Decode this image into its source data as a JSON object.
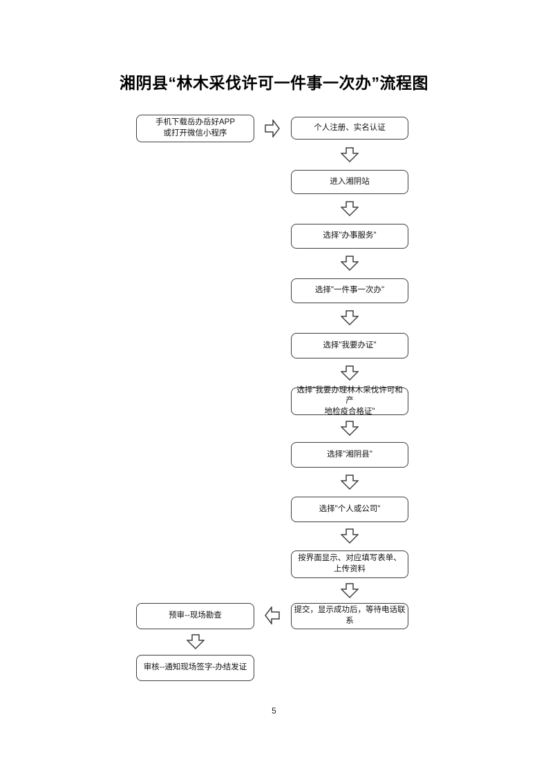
{
  "page": {
    "title": "湘阴县“林木采伐许可一件事一次办”流程图",
    "page_number": "5"
  },
  "flowchart": {
    "connector_color": "#3d3d3d",
    "nodes": [
      {
        "label": "手机下载岳办岳好APP\n或打开微信小程序"
      },
      {
        "label": "个人注册、实名认证"
      },
      {
        "label": "进入湘阴站"
      },
      {
        "label": "选择\"办事服务\""
      },
      {
        "label": "选择\"一件事一次办\""
      },
      {
        "label": "选择\"我要办证\""
      },
      {
        "label": "选择\"我要办理林木采伐许可和产\n地检疫合格证\""
      },
      {
        "label": "选择\"湘阴县\""
      },
      {
        "label": "选择\"个人或公司\""
      },
      {
        "label": "按界面显示、对应填写表单、\n上传资料"
      },
      {
        "label": "提交，显示成功后，等待电话联系"
      },
      {
        "label": "预审--现场勘查"
      },
      {
        "label": "审核--通知现场签字-办结发证"
      }
    ]
  }
}
